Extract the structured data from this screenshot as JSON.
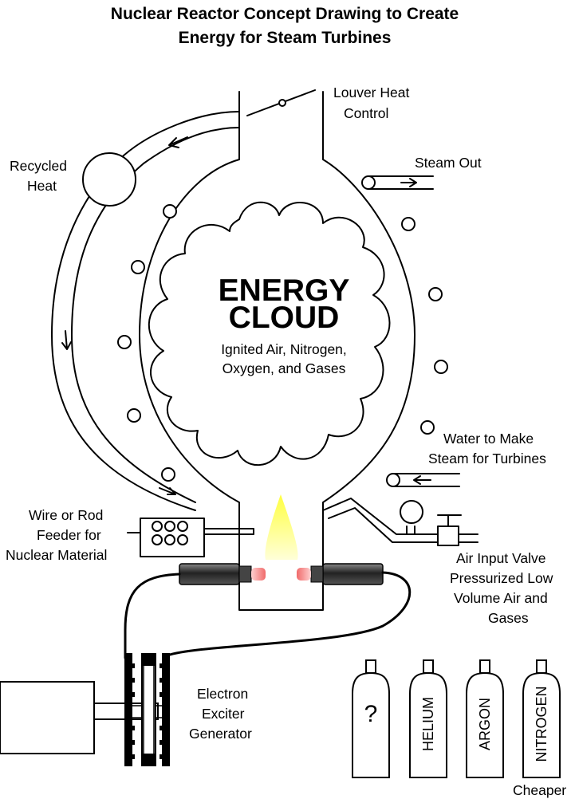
{
  "title": {
    "line1": "Nuclear Reactor Concept Drawing to Create",
    "line2": "Energy for Steam Turbines"
  },
  "labels": {
    "louver_1": "Louver Heat",
    "louver_2": "Control",
    "recycled_1": "Recycled",
    "recycled_2": "Heat",
    "steam_out": "Steam Out",
    "water_1": "Water to Make",
    "water_2": "Steam for Turbines",
    "feeder_1": "Wire or Rod",
    "feeder_2": "Feeder for",
    "feeder_3": "Nuclear Material",
    "air_1": "Air Input Valve",
    "air_2": "Pressurized Low",
    "air_3": "Volume Air and",
    "air_4": "Gases",
    "gen_1": "Electron",
    "gen_2": "Exciter",
    "gen_3": "Generator",
    "cheaper": "Cheaper"
  },
  "cloud": {
    "title_1": "ENERGY",
    "title_2": "CLOUD",
    "desc_1": "Ignited Air, Nitrogen,",
    "desc_2": "Oxygen, and Gases"
  },
  "tanks": {
    "t1": "?",
    "t2": "HELIUM",
    "t3": "ARGON",
    "t4": "NITROGEN"
  },
  "colors": {
    "flame": "#ffff66",
    "electrode_tip": "#f08080",
    "electrode_body": "#555555"
  }
}
